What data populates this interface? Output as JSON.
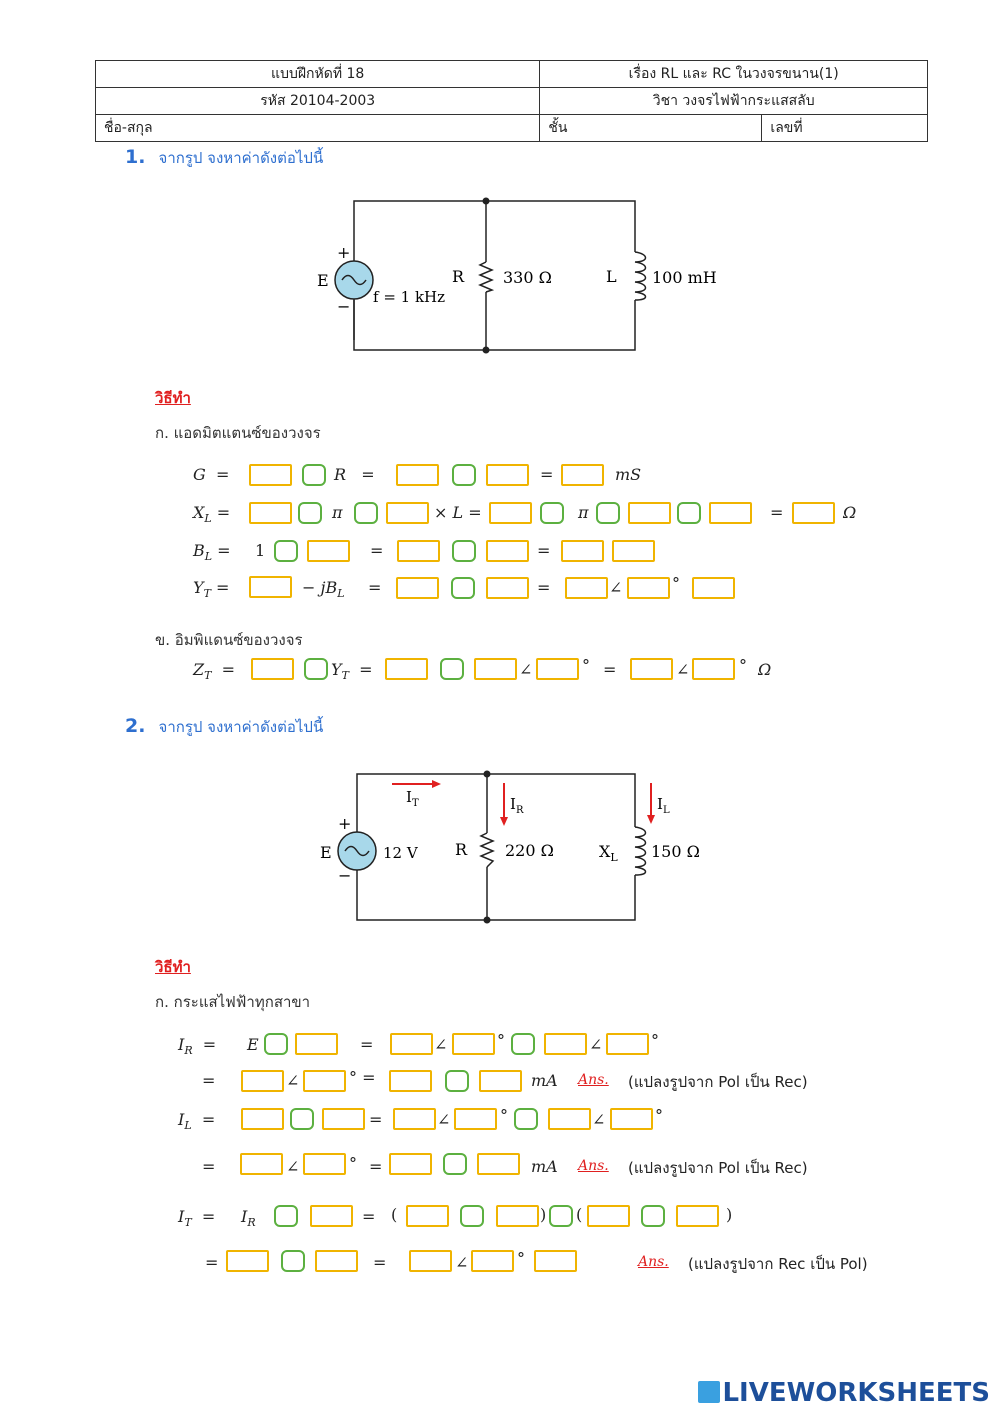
{
  "header": {
    "exercise": "แบบฝึกหัดที่ 18",
    "topic": "เรื่อง RL และ RC ในวงจรขนาน(1)",
    "code": "รหัส 20104-2003",
    "subject": "วิชา วงจรไฟฟ้ากระแสสลับ",
    "name": "ชื่อ-สกุล",
    "class": "ชั้น",
    "number": "เลขที่"
  },
  "q1": {
    "num": "1.",
    "text": "จากรูป จงหาค่าดังต่อไปนี้",
    "circuit": {
      "source": "E",
      "freq": "f = 1 kHz",
      "r_label": "R",
      "r_value": "330 Ω",
      "l_label": "L",
      "l_value": "100 mH",
      "plus": "+",
      "minus": "−"
    },
    "method": "วิธีทำ",
    "part_a": "ก.   แอดมิตแตนซ์ของวงจร",
    "part_b": "ข.   อิมพิแดนซ์ของวงจร",
    "eq": {
      "g": "G",
      "r": "R",
      "ms": "mS",
      "xl": "X",
      "pi": "π",
      "times_l": "× L",
      "ohm": "Ω",
      "bl": "B",
      "one": "1",
      "yt": "Y",
      "minus_jbl": "− jB",
      "zt": "Z"
    }
  },
  "q2": {
    "num": "2.",
    "text": "จากรูป จงหาค่าดังต่อไปนี้",
    "circuit": {
      "source": "E",
      "voltage": "12 V",
      "r_label": "R",
      "r_value": "220 Ω",
      "xl_label": "X",
      "xl_value": "150 Ω",
      "it": "I",
      "ir": "I",
      "il": "I"
    },
    "method": "วิธีทำ",
    "part_a": "ก.   กระแสไฟฟ้าทุกสาขา",
    "eq": {
      "ir": "I",
      "il": "I",
      "it": "I",
      "e": "E",
      "ma": "mA",
      "ans": "Ans.",
      "pol_to_rec": "(แปลงรูปจาก Pol เป็น Rec)",
      "rec_to_pol": "(แปลงรูปจาก Rec เป็น Pol)"
    }
  },
  "branding": {
    "logo": "LIVEWORKSHEETS"
  },
  "colors": {
    "answer_box": "#f0b400",
    "operator_box": "#5cb040",
    "question": "#2e6fcf",
    "method": "#e02020"
  }
}
